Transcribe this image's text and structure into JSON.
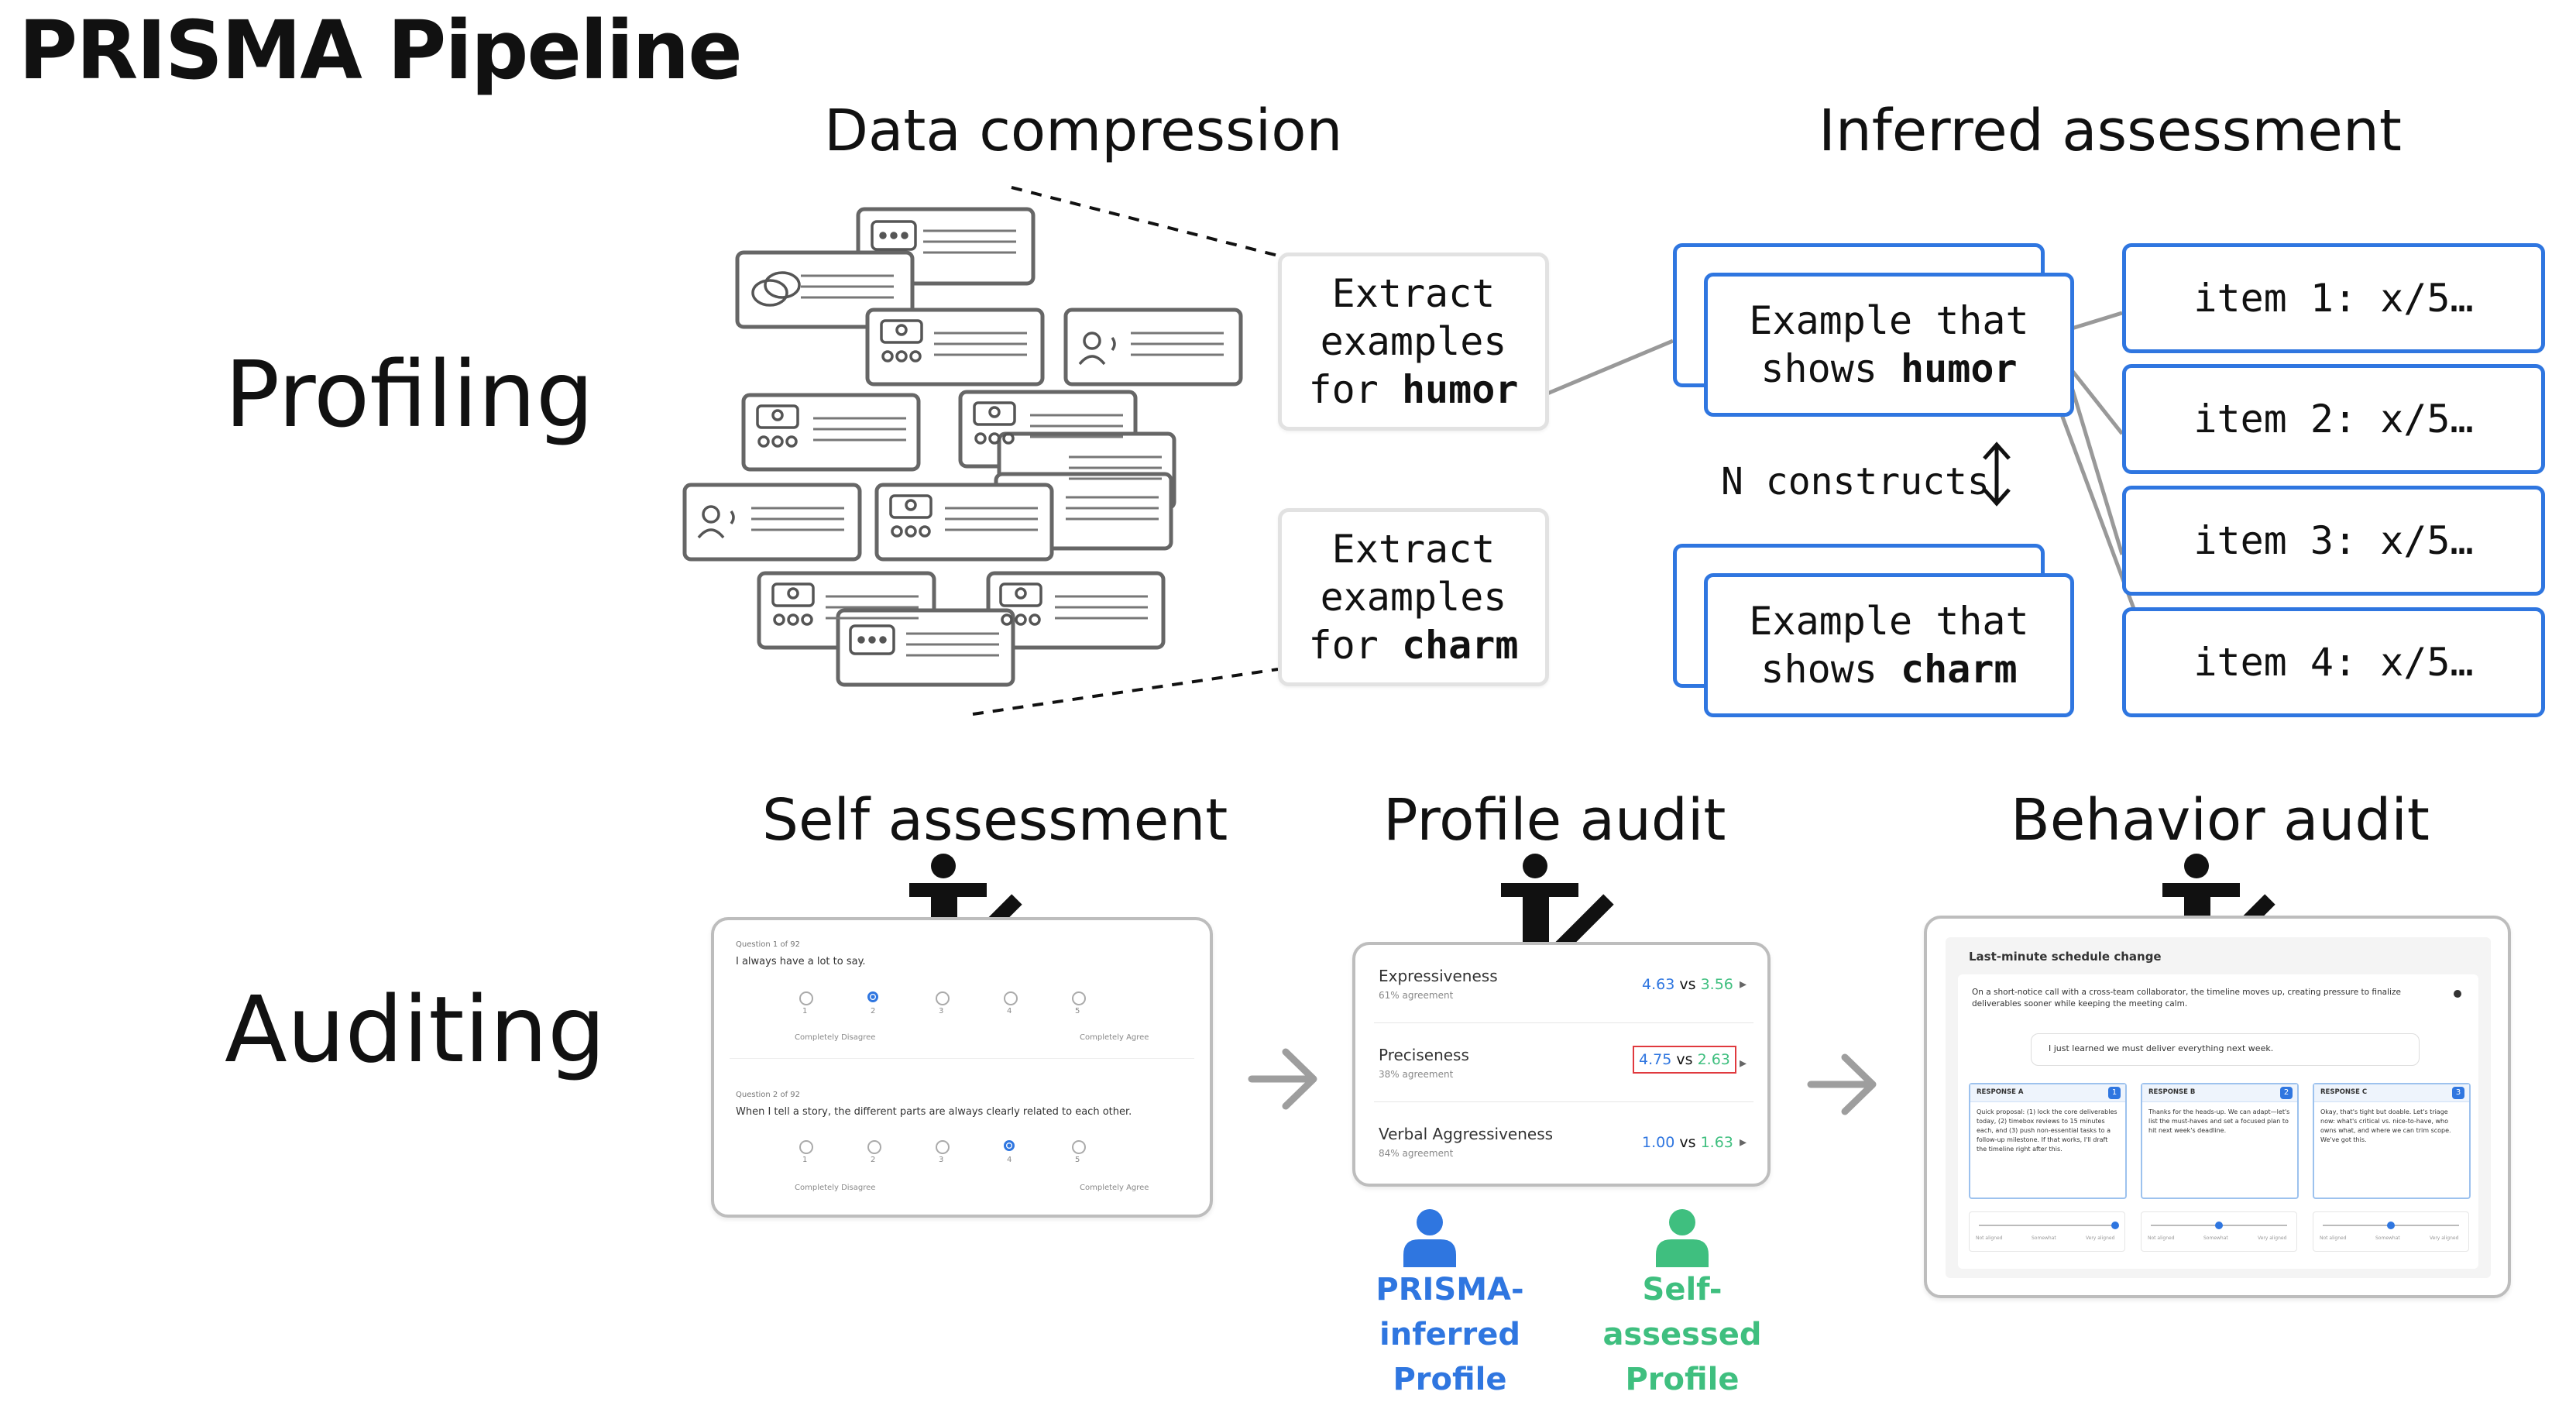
{
  "title": "PRISMA Pipeline",
  "rows": {
    "profiling": "Profiling",
    "auditing": "Auditing"
  },
  "headers": {
    "data_compression": "Data compression",
    "inferred_assessment": "Inferred assessment",
    "self_assessment": "Self assessment",
    "profile_audit": "Profile audit",
    "behavior_audit": "Behavior audit"
  },
  "extract": [
    {
      "prefix": "Extract",
      "mid": "examples",
      "for": "for",
      "construct": "humor"
    },
    {
      "prefix": "Extract",
      "mid": "examples",
      "for": "for",
      "construct": "charm"
    }
  ],
  "examples": [
    {
      "line1": "Example that",
      "shows": "shows",
      "construct": "humor"
    },
    {
      "line1": "Example that",
      "shows": "shows",
      "construct": "charm"
    }
  ],
  "n_constructs": "N constructs",
  "items": [
    "item 1: x/5…",
    "item 2: x/5…",
    "item 3: x/5…",
    "item 4: x/5…"
  ],
  "self_assessment_screen": {
    "q1_counter": "Question 1 of 92",
    "q1_text": "I always have a lot to say.",
    "q2_counter": "Question 2 of 92",
    "q2_text": "When I tell a story, the different parts are always clearly related to each other.",
    "scale": [
      "1",
      "2",
      "3",
      "4",
      "5"
    ],
    "left_anchor": "Completely Disagree",
    "right_anchor": "Completely Agree",
    "q1_selected": 2,
    "q2_selected": 4
  },
  "profile_audit_screen": {
    "rows": [
      {
        "name": "Expressiveness",
        "agreement": "61% agreement",
        "inferred": "4.63",
        "vs": "vs",
        "self": "3.56"
      },
      {
        "name": "Preciseness",
        "agreement": "38% agreement",
        "inferred": "4.75",
        "vs": "vs",
        "self": "2.63"
      },
      {
        "name": "Verbal Aggressiveness",
        "agreement": "84% agreement",
        "inferred": "1.00",
        "vs": "vs",
        "self": "1.63"
      }
    ],
    "arrow": "▸"
  },
  "legend": {
    "inferred_line1": "PRISMA-inferred",
    "inferred_line2": "Profile",
    "self_line1": "Self-assessed",
    "self_line2": "Profile"
  },
  "behavior_audit_screen": {
    "title": "Last-minute schedule change",
    "scenario": "On a short-notice call with a cross-team collaborator, the timeline moves up, creating pressure to finalize deliverables sooner while keeping the meeting calm.",
    "message": "I just learned we must deliver everything next week.",
    "responses": [
      {
        "label": "RESPONSE A",
        "badge": "1",
        "text": "Quick proposal: (1) lock the core deliverables today, (2) timebox reviews to 15 minutes each, and (3) push non-essential tasks to a follow-up milestone. If that works, I'll draft the timeline right after this."
      },
      {
        "label": "RESPONSE B",
        "badge": "2",
        "text": "Thanks for the heads-up. We can adapt—let's list the must-haves and set a focused plan to hit next week's deadline."
      },
      {
        "label": "RESPONSE C",
        "badge": "3",
        "text": "Okay, that's tight but doable. Let's triage now: what's critical vs. nice-to-have, who owns what, and where we can trim scope. We've got this."
      }
    ],
    "slider_labels": [
      "Not aligned",
      "Somewhat",
      "Very aligned"
    ],
    "slider_values": [
      1.0,
      0.5,
      0.5
    ]
  },
  "colors": {
    "blue": "#2f76e0",
    "green": "#3fbf7f",
    "gray_border": "#e2e2e2",
    "arrow_gray": "#9e9e9e",
    "red_box": "#e0393e"
  },
  "icons": {
    "chat_icons": [
      "speech-bubble-icon",
      "group-icon",
      "person-talking-icon",
      "typing-bubble-icon"
    ],
    "auditor": "person-editing-icon",
    "profile": "person-icon"
  }
}
